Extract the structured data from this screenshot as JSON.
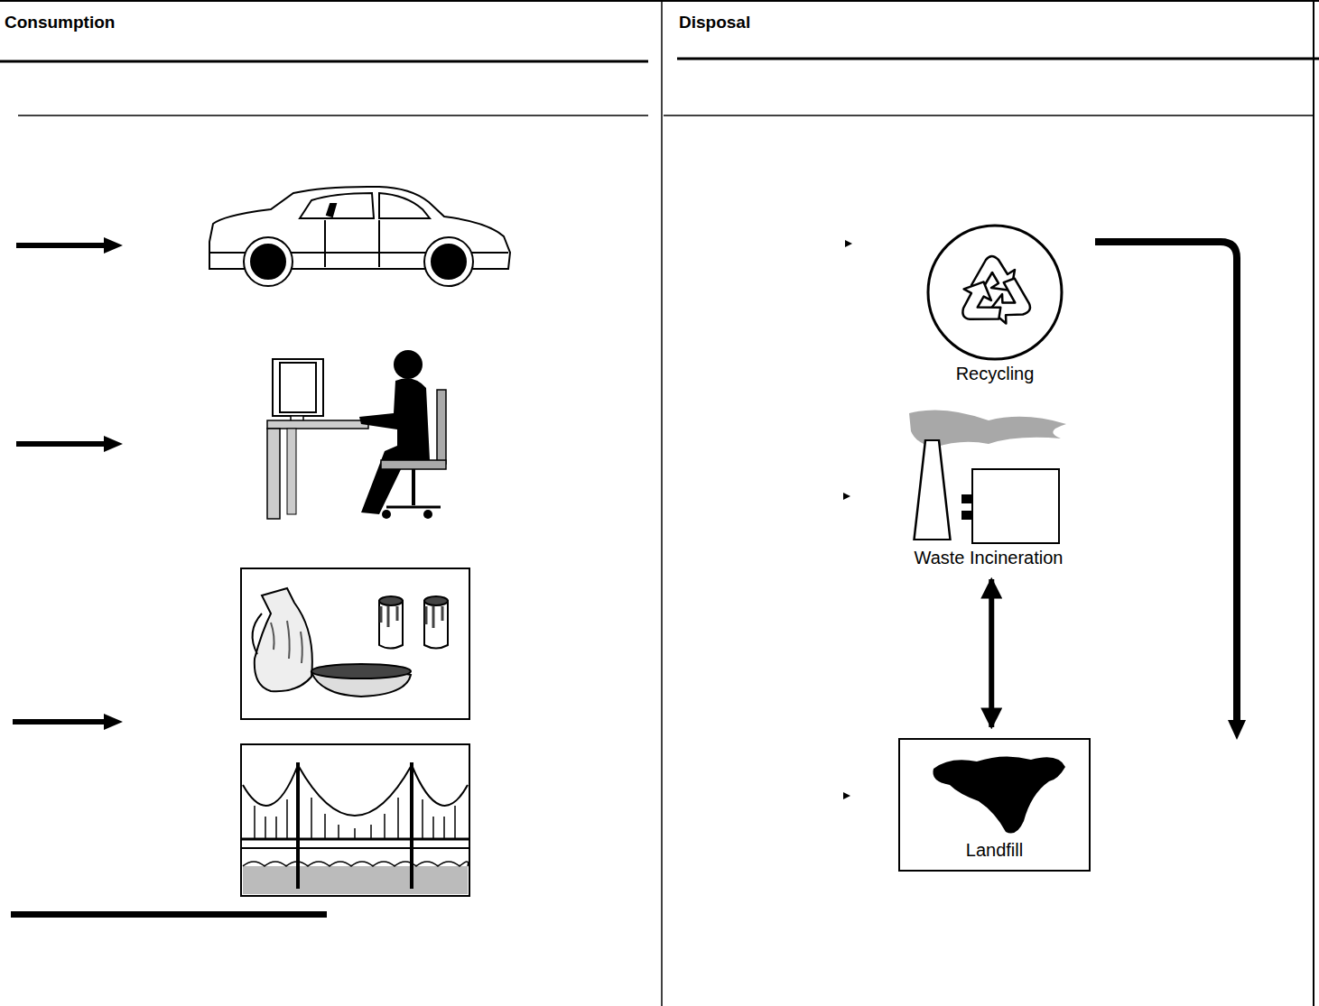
{
  "diagram": {
    "nodes": [
      {
        "text": [
          "Recycling"
        ]
      },
      {
        "text": [
          "Waste Incineration"
        ]
      },
      {
        "text": [
          "Landfill"
        ]
      }
    ],
    "edges": [
      {
        "from": 1,
        "to": 2,
        "arrow": "both"
      }
    ],
    "labels": [
      "Consumption",
      "Disposal"
    ]
  }
}
